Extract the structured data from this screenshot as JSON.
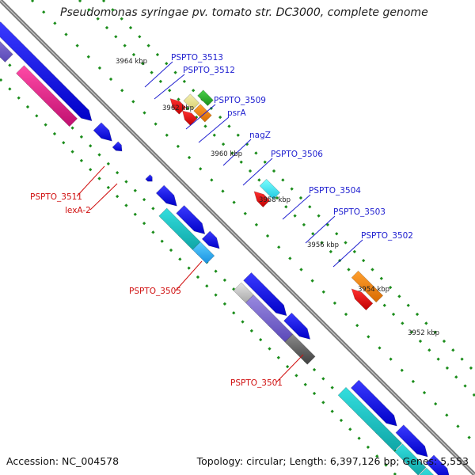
{
  "title": "Pseudomonas syringae pv. tomato str. DC3000, complete genome",
  "footer": {
    "accession": "Accession: NC_004578",
    "summary": "Topology: circular; Length: 6,397,126 bp; Genes: 5,553"
  },
  "colors": {
    "forward_label": "#2020d0",
    "reverse_label": "#d01010",
    "tick": "#1a8c1a",
    "backbone": "#777777"
  },
  "kbp_labels": [
    "3964 kbp",
    "3962 kbp",
    "3960 kbp",
    "3958 kbp",
    "3956 kbp",
    "3954 kbp",
    "3952 kbp"
  ],
  "forward_genes": [
    "PSPTO_3513",
    "PSPTO_3512",
    "PSPTO_3509",
    "psrA",
    "nagZ",
    "PSPTO_3506",
    "PSPTO_3504",
    "PSPTO_3503",
    "PSPTO_3502"
  ],
  "reverse_genes": [
    "PSPTO_3511",
    "lexA-2",
    "PSPTO_3505",
    "PSPTO_3501"
  ]
}
